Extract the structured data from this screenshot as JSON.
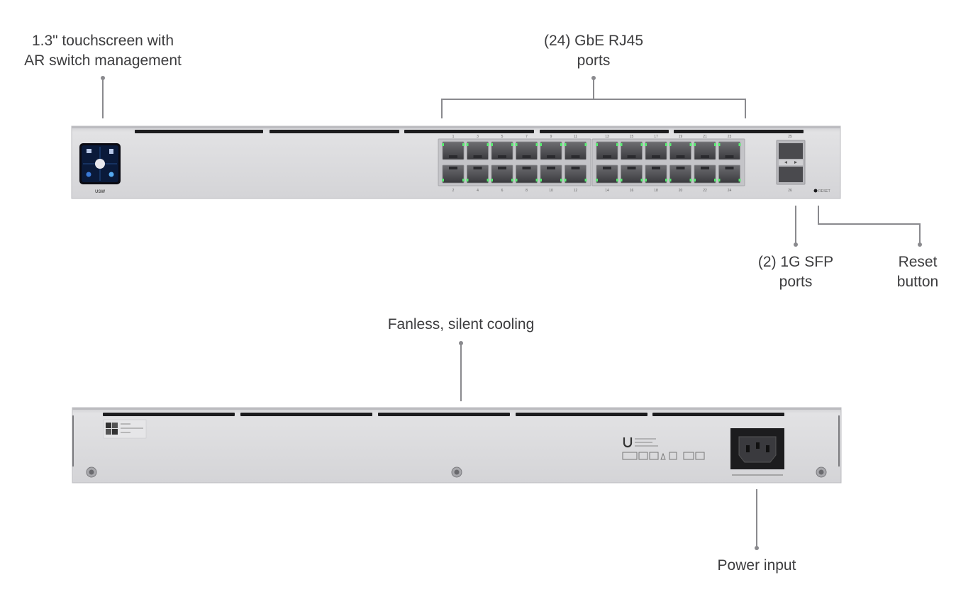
{
  "callouts": {
    "touchscreen": {
      "line1": "1.3\" touchscreen with",
      "line2": "AR switch management"
    },
    "rj45": {
      "line1": "(24) GbE RJ45",
      "line2": "ports"
    },
    "sfp": {
      "line1": "(2) 1G SFP",
      "line2": "ports"
    },
    "reset": {
      "line1": "Reset",
      "line2": "button"
    },
    "cooling": {
      "line1": "Fanless, silent cooling"
    },
    "power": {
      "line1": "Power input"
    }
  },
  "front_panel": {
    "model_label": "USW",
    "port_numbers_top": [
      "1",
      "3",
      "5",
      "7",
      "9",
      "11",
      "13",
      "15",
      "17",
      "19",
      "21",
      "23"
    ],
    "port_numbers_bottom": [
      "2",
      "4",
      "6",
      "8",
      "10",
      "12",
      "14",
      "16",
      "18",
      "20",
      "22",
      "24"
    ],
    "sfp_top_label": "25",
    "sfp_bottom_label": "26",
    "reset_label": "RESET"
  },
  "colors": {
    "chassis": "#d9d9db",
    "port_led": "#5bea74",
    "screen": "#0a1a3a",
    "vent": "#1c1c1e",
    "callout_line": "#8a8a8e"
  }
}
